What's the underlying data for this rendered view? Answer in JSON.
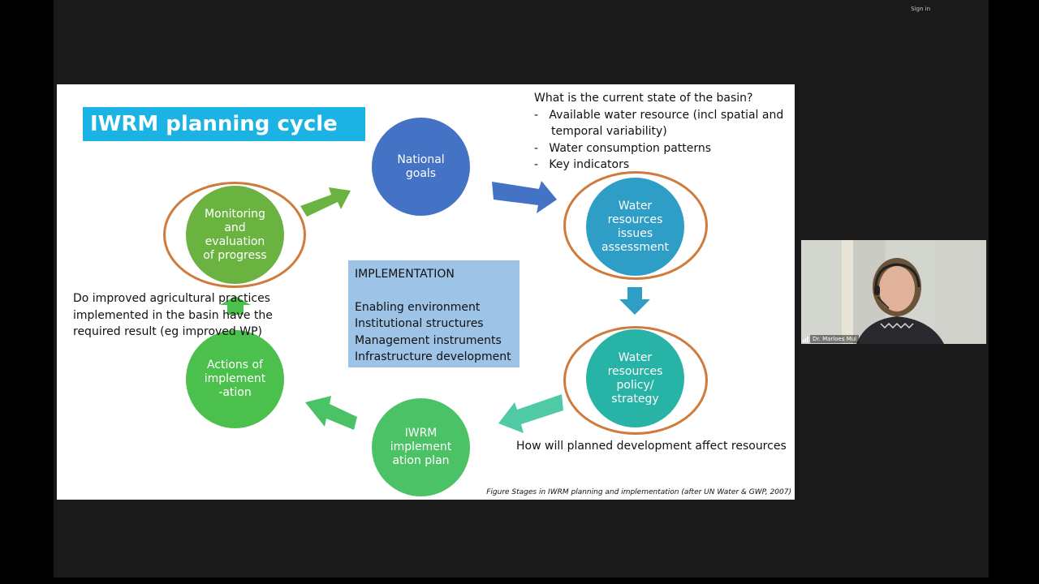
{
  "meeting": {
    "signin_label": "Sign in"
  },
  "slide": {
    "title": "IWRM planning cycle",
    "circles": {
      "national_goals": "National\ngoals",
      "water_resources_assessment": "Water\nresources\nissues\nassessment",
      "water_resources_policy": "Water\nresources\npolicy/\nstrategy",
      "iwrm_plan": "IWRM\nimplement\nation plan",
      "actions": "Actions of\nimplement\n-ation",
      "monitoring": "Monitoring\nand\nevaluation\nof progress"
    },
    "colors": {
      "title_bg": "#1bb3e4",
      "national_goals": "#4472c4",
      "assessment": "#2e9ec7",
      "policy": "#27b3a5",
      "iwrm_plan": "#4cc266",
      "actions": "#4cc04c",
      "monitoring": "#6ab340",
      "ring": "#d07a3c",
      "implementation_box": "#9dc3e6"
    },
    "question": {
      "heading": "What is the current state of the basin?",
      "items": [
        "-   Available water resource (incl spatial and temporal variability)",
        "-   Water consumption patterns",
        "-   Key indicators"
      ]
    },
    "implementation": {
      "title": "IMPLEMENTATION",
      "items": [
        "Enabling environment",
        "Institutional structures",
        "Management instruments",
        "Infrastructure development"
      ]
    },
    "agri_question": "Do improved agricultural practices implemented in the basin have the required result (eg improved WP)",
    "development_question": "How will planned development affect resources",
    "caption": "Figure Stages in IWRM planning and implementation (after UN Water & GWP, 2007)"
  },
  "video": {
    "participant_name": "Dr. Marloes Mul"
  }
}
